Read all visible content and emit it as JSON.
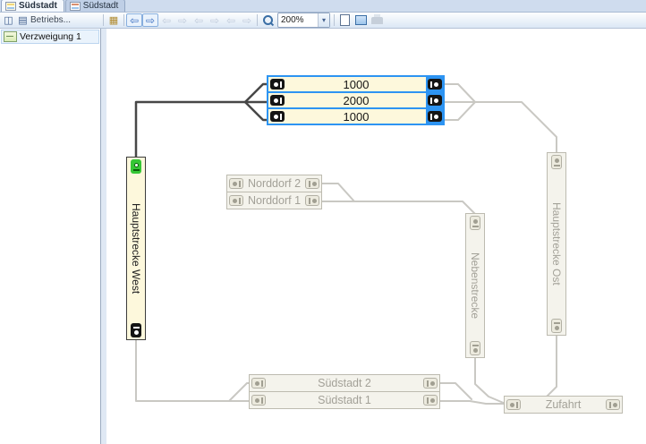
{
  "tabs": [
    {
      "label": "Südstadt"
    },
    {
      "label": "Südstadt"
    }
  ],
  "panel_toolbar": {
    "caption": "Betriebs..."
  },
  "toolbar": {
    "zoom_value": "200%"
  },
  "icons": {
    "panel_select": "◫",
    "panel_layers": "▤",
    "overview": "▦",
    "back": "⇦",
    "forward": "⇨",
    "dropdown": "▾"
  },
  "sidebar": {
    "items": [
      {
        "label": "Verzweigung 1"
      }
    ]
  },
  "diagram": {
    "top_blocks": [
      {
        "label": "1000"
      },
      {
        "label": "2000"
      },
      {
        "label": "1000"
      }
    ],
    "west": {
      "label": "Hauptstrecke West"
    },
    "norddorf": [
      {
        "label": "Norddorf 2"
      },
      {
        "label": "Norddorf 1"
      }
    ],
    "nebenstrecke": {
      "label": "Nebenstrecke"
    },
    "ost": {
      "label": "Hauptstrecke Ost"
    },
    "suedstadt": [
      {
        "label": "Südstadt 2"
      },
      {
        "label": "Südstadt 1"
      }
    ],
    "zufahrt": {
      "label": "Zufahrt"
    }
  },
  "colors": {
    "selection": "#2d94f2",
    "active_block": "#fdf8dc",
    "inactive_line": "#c9c8c3",
    "active_line": "#474747",
    "signal_green": "#35c735"
  }
}
